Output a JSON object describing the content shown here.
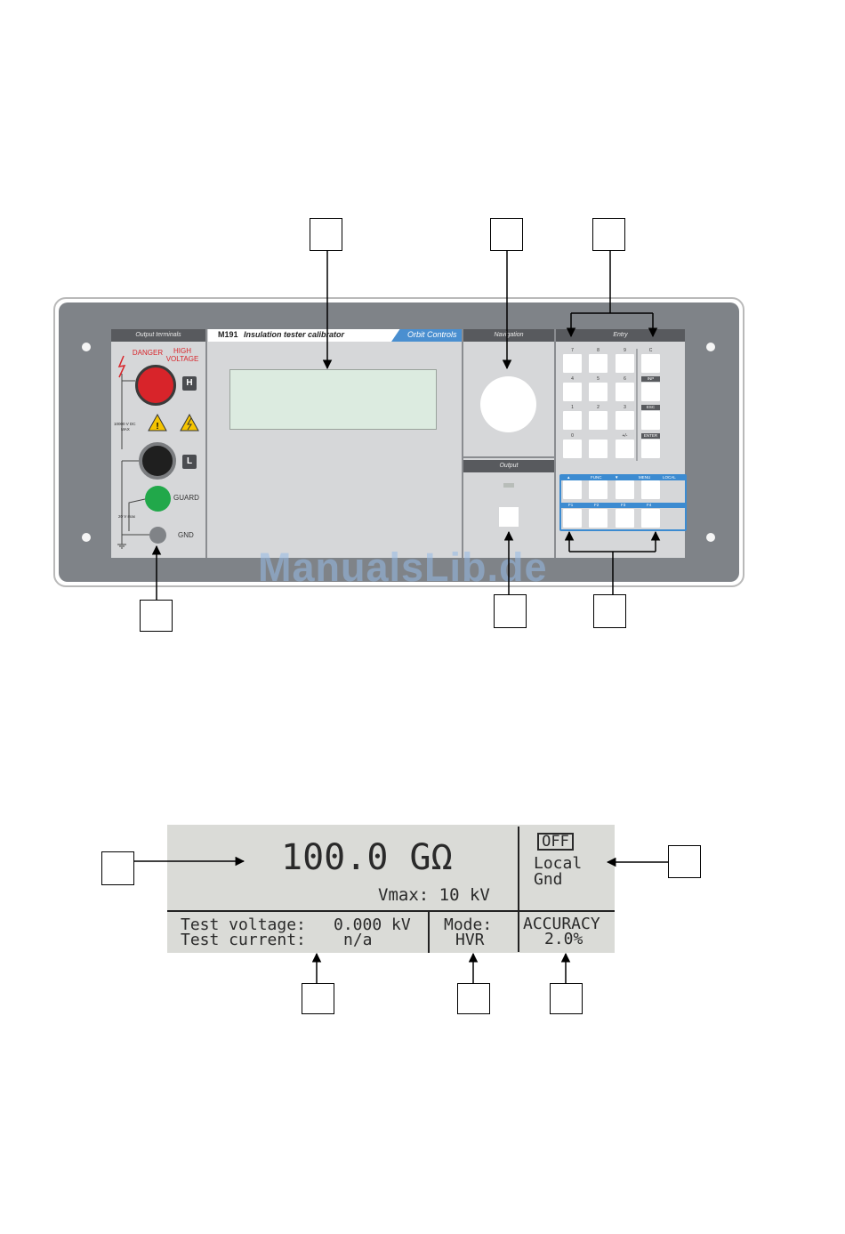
{
  "panel": {
    "sections": {
      "output_terminals": "Output terminals",
      "navigation": "Navigation",
      "output": "Output",
      "entry": "Entry"
    },
    "title_bar": {
      "model": "M191",
      "description": "Insulation tester calibrator",
      "brand": "Orbit Controls"
    },
    "terminals": {
      "danger": "DANGER",
      "high_voltage": "HIGH VOLTAGE",
      "h_tag": "H",
      "l_tag": "L",
      "guard": "GUARD",
      "gnd": "GND",
      "rating_hv": "10000 V DC",
      "rating_cat": "MAX",
      "rating_guard": "20 V max"
    },
    "keypad": {
      "rows": [
        [
          "7",
          "8",
          "9",
          "C"
        ],
        [
          "4",
          "5",
          "6",
          "INP"
        ],
        [
          "1",
          "2",
          "3",
          "ESC"
        ],
        [
          "0",
          "",
          "+/-",
          "ENTER"
        ]
      ],
      "func_row_top": [
        "▲",
        "FUNC",
        "▼",
        "MENU",
        "LOCAL"
      ],
      "func_row_bottom": [
        "F1",
        "F2",
        "F3",
        "F4"
      ]
    },
    "watermark": "ManualsLib.de"
  },
  "lcd": {
    "main_value": "100.0 GΩ",
    "vmax": "Vmax: 10 kV",
    "off_badge": "OFF",
    "local": "Local",
    "gnd": "Gnd",
    "test_voltage_label": "Test voltage:",
    "test_voltage_value": "0.000 kV",
    "test_current_label": "Test current:",
    "test_current_value": "n/a",
    "mode_label": "Mode:",
    "mode_value": "HVR",
    "accuracy_label": "ACCURACY",
    "accuracy_value": "2.0%"
  },
  "colors": {
    "plate": "#7f8388",
    "section": "#d6d7d9",
    "accent_blue": "#3c8bd1",
    "terminal_red": "#d8242a",
    "terminal_green": "#21a84a",
    "lcd_bg": "#dadbd7"
  }
}
